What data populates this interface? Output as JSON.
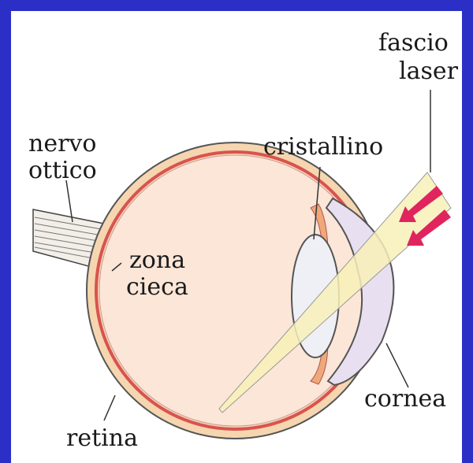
{
  "labels": {
    "laser_line1": "fascio",
    "laser_line2": "laser",
    "optic_nerve_line1": "nervo",
    "optic_nerve_line2": "ottico",
    "lens": "cristallino",
    "blind_spot_line1": "zona",
    "blind_spot_line2": "cieca",
    "cornea": "cornea",
    "retina": "retina"
  },
  "colors": {
    "page_background": "#2b2fc6",
    "canvas_background": "#ffffff",
    "eye_interior": "#fbe6d8",
    "sclera_band": "#f5d6b0",
    "retina_red": "#d9534f",
    "laser_beam": "#f8f0b8",
    "laser_arrows": "#e0245e",
    "cornea_fluid": "#e8dff0",
    "lens": "#eef0f5"
  }
}
